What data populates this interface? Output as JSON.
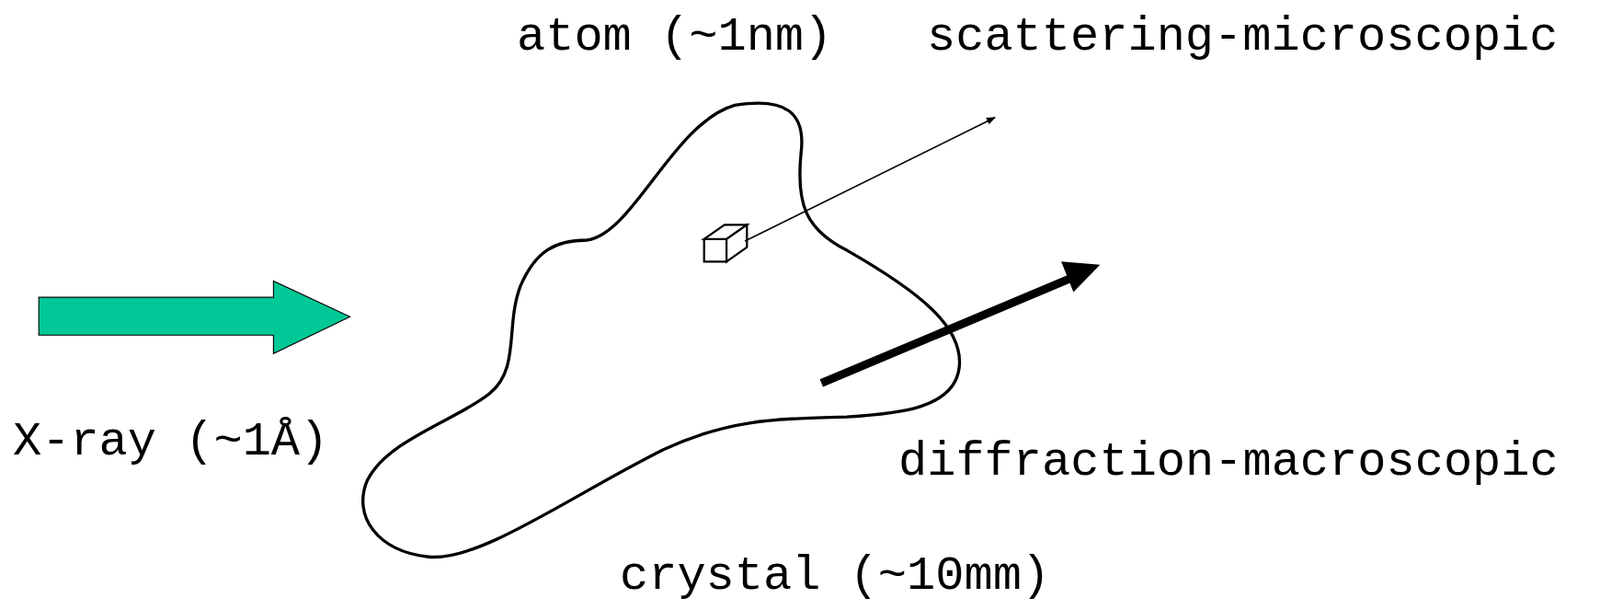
{
  "diagram": {
    "labels": [
      "atom (~1nm)",
      "scattering-microscopic",
      "X-ray (~1Å)",
      "diffraction-macroscopic",
      "crystal (~10mm)"
    ]
  }
}
